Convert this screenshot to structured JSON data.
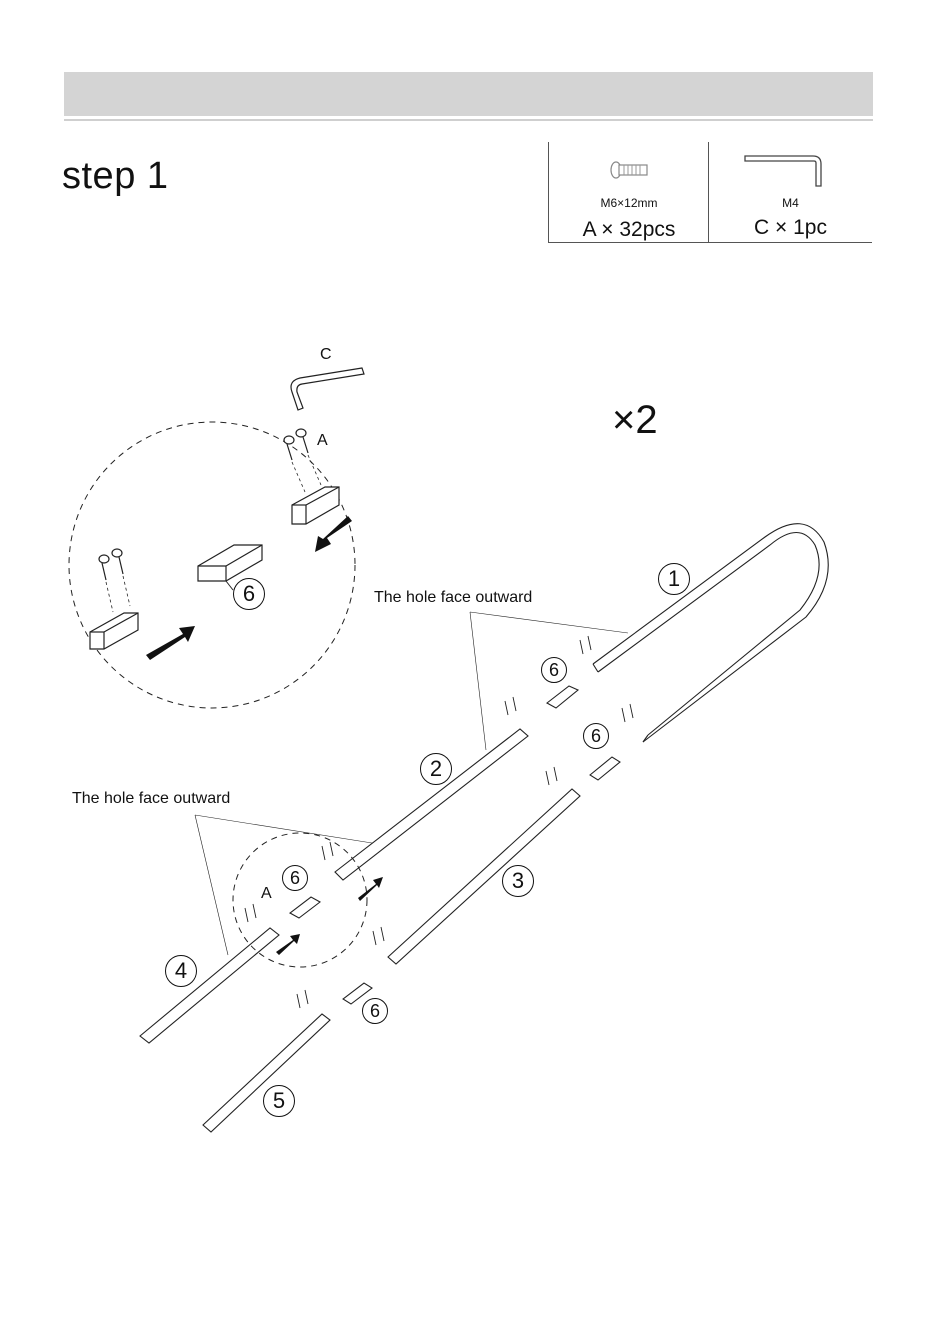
{
  "header": {
    "bar": ""
  },
  "step": {
    "title": "step 1"
  },
  "hardware": [
    {
      "spec": "M6×12mm",
      "qty": "A × 32pcs",
      "icon": "bolt-icon"
    },
    {
      "spec": "M4",
      "qty": "C × 1pc",
      "icon": "allen-key-icon"
    }
  ],
  "diagram": {
    "multiplier": "×2",
    "tool_letter": "C",
    "bolt_letter": "A",
    "note_top": "The hole face outward",
    "note_left": "The hole face outward",
    "callouts": {
      "one": "1",
      "two": "2",
      "three": "3",
      "four": "4",
      "five": "5",
      "six": "6"
    }
  }
}
